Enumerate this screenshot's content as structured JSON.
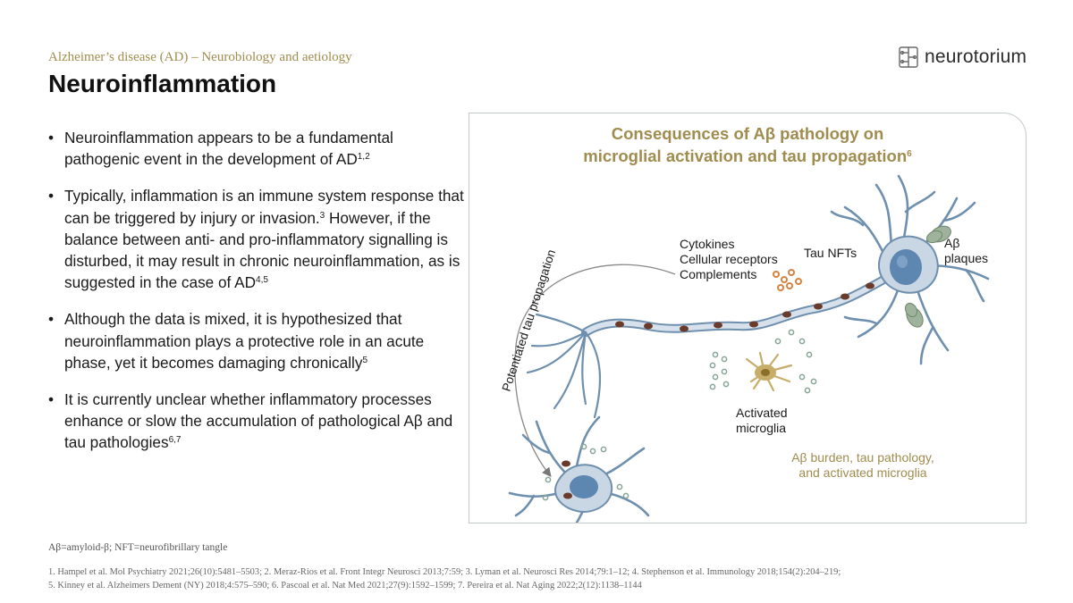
{
  "header": {
    "subtitle": "Alzheimer’s  disease (AD) – Neurobiology and aetiology",
    "title": "Neuroinflammation",
    "logo_text": "neurotorium"
  },
  "bullets": [
    {
      "text": "Neuroinflammation  appears to be a fundamental pathogenic event in the development  of AD",
      "sup": "1,2"
    },
    {
      "text": "Typically, inflammation  is an immune  system response that can be triggered by injury or invasion.",
      "sup": "3",
      "text2": " However, if the balance between anti- and pro-inflammatory  signalling  is disturbed, it may result in chronic neuroinflammation,  as is suggested in the case of AD",
      "sup2": "4,5"
    },
    {
      "text": "Although  the data is mixed,  it is hypothesized  that neuroinflammation  plays a protective role in an acute phase, yet it becomes damaging chronically",
      "sup": "5"
    },
    {
      "text": "It is currently unclear whether inflammatory processes enhance or slow the accumulation of pathological Aβ and tau pathologies",
      "sup": "6,7"
    }
  ],
  "figure": {
    "title_line1": "Consequences of Aβ pathology on",
    "title_line2": "microglial  activation and tau propagation",
    "title_sup": "6",
    "label_cytokines": "Cytokines",
    "label_receptors": "Cellular receptors",
    "label_complements": "Complements",
    "label_tau_nfts": "Tau NFTs",
    "label_abeta": "Aβ",
    "label_plaques": "plaques",
    "label_activated": "Activated",
    "label_microglia": "microglia",
    "label_propagation": "Potentiated tau propagation",
    "caption_line1": "Aβ burden, tau pathology,",
    "caption_line2": "and activated microglia"
  },
  "footnotes": {
    "abbrev": "Aβ=amyloid-β; NFT=neurofibrillary tangle",
    "refs_line1": "1. Hampel et al. Mol Psychiatry 2021;26(10):5481–5503; 2. Meraz-Rios et al. Front Integr Neurosci 2013;7:59; 3. Lyman et al. Neurosci Res 2014;79:1–12; 4. Stephenson et al. Immunology 2018;154(2):204–219;",
    "refs_line2": "5. Kinney et al. Alzheimers Dement (NY) 2018;4:575–590; 6. Pascoal et al. Nat Med 2021;27(9):1592–1599; 7. Pereira et al. Nat Aging 2022;2(12):1138–1144"
  },
  "colors": {
    "accent_gold": "#a08c4e",
    "neuron_fill": "#c9d6e3",
    "neuron_stroke": "#6e8fae",
    "nucleus": "#5d86b0",
    "tau_tangle": "#6a3a2a",
    "plaque": "#9fb39c",
    "microglia": "#c7ad6a",
    "cytokine": "#d9823f"
  }
}
